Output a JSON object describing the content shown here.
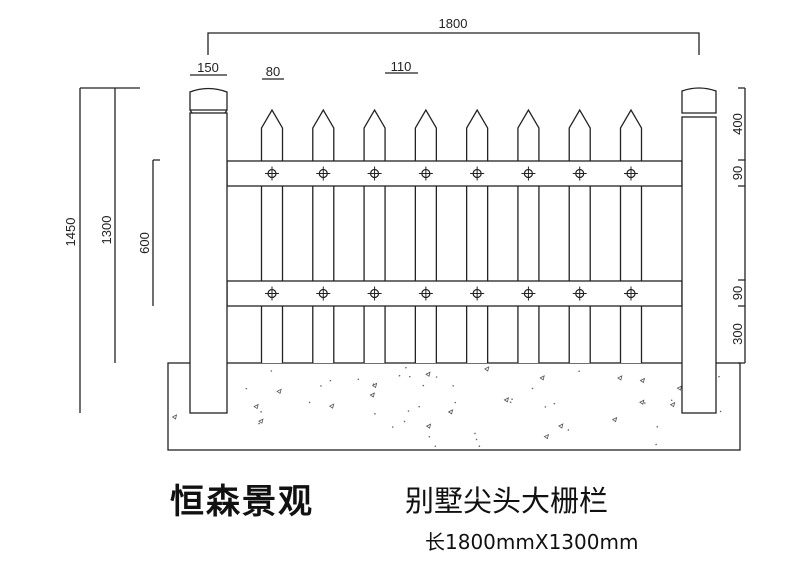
{
  "dimensions": {
    "total_length": "1800",
    "post_width": "150",
    "picket_width": "80",
    "picket_gap": "110",
    "total_height": "1450",
    "above_ground_height": "1300",
    "rail_span": "600",
    "top_section": "400",
    "upper_rail": "90",
    "lower_rail": "90",
    "bottom_section": "300"
  },
  "picket_count": 8,
  "caption": {
    "brand": "恒森景观",
    "title": "别墅尖头大栅栏",
    "size": "长1800mmX1300mm"
  }
}
